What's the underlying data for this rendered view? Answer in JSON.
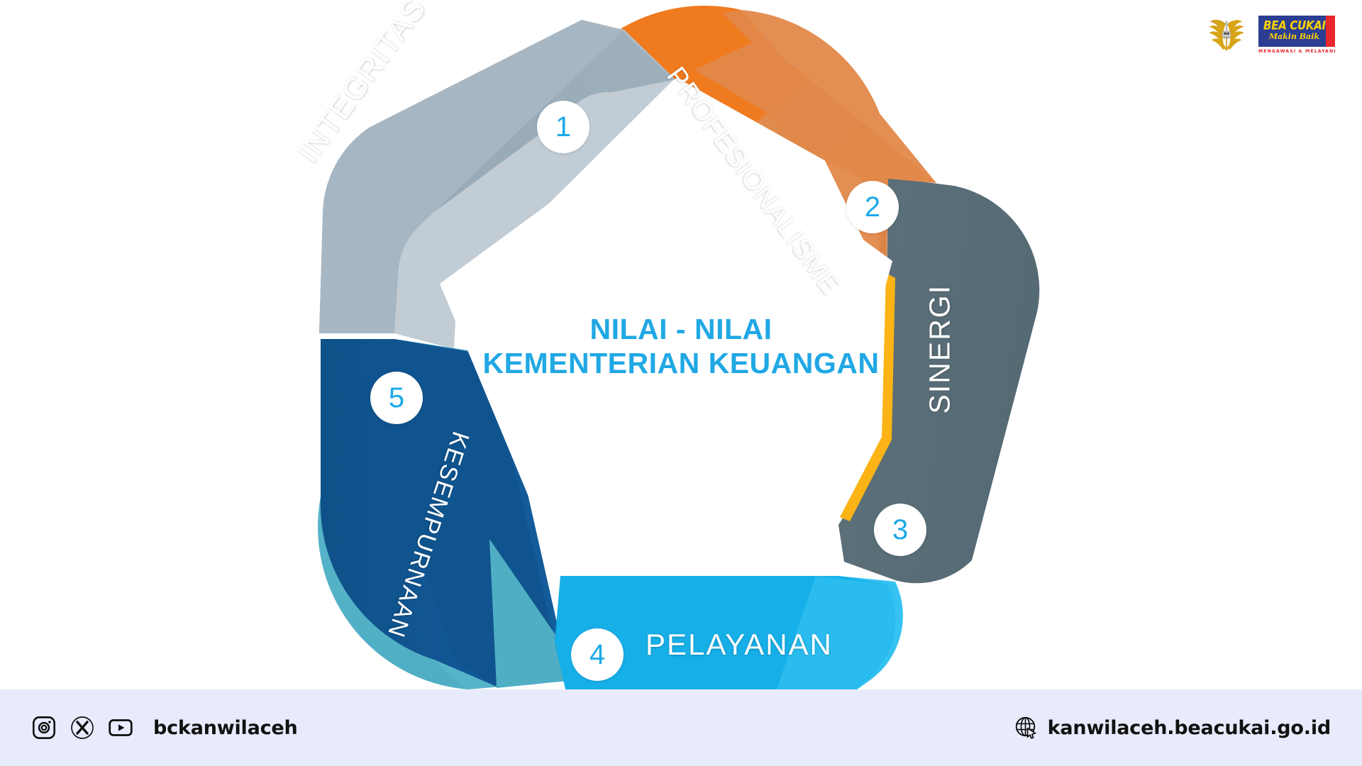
{
  "brand": {
    "emblem_icon": "garuda-emblem-icon",
    "logo_text": "BEA CUKAI",
    "logo_script": "Makin Baik",
    "logo_tagline": "MENGAWASI & MELAYANI",
    "colors": {
      "plate_blue": "#2B3E92",
      "plate_red": "#E8272D",
      "text_yellow": "#FFD200"
    }
  },
  "center": {
    "line1": "NILAI - NILAI",
    "line2": "KEMENTERIAN KEUANGAN",
    "color": "#20A8E4"
  },
  "diagram": {
    "type": "pentagon-cycle",
    "segments": [
      {
        "number": "1",
        "label": "INTEGRITAS",
        "color": "#A6B6C2",
        "color_shade": "#8FA2B0"
      },
      {
        "number": "2",
        "label": "PROFESIONALISME",
        "color": "#F07A1E",
        "color_shade": "#DD8347"
      },
      {
        "number": "3",
        "label": "SINERGI",
        "color": "#5A6E78",
        "color_shade": "#4E626C",
        "accent": "#FBB316"
      },
      {
        "number": "4",
        "label": "PELAYANAN",
        "color": "#17AFE8",
        "color_shade": "#2DC0F0"
      },
      {
        "number": "5",
        "label": "KESEMPURNAAN",
        "color": "#10548F",
        "color_shade": "#56B4C9"
      }
    ],
    "badge_number_color": "#1BA9E8",
    "badge_bg": "#FFFFFF"
  },
  "footer": {
    "background": "#E8EBFB",
    "social_icons": [
      "instagram-icon",
      "x-twitter-icon",
      "youtube-icon"
    ],
    "handle": "bckanwilaceh",
    "website_icon": "globe-cursor-icon",
    "website": "kanwilaceh.beacukai.go.id"
  }
}
